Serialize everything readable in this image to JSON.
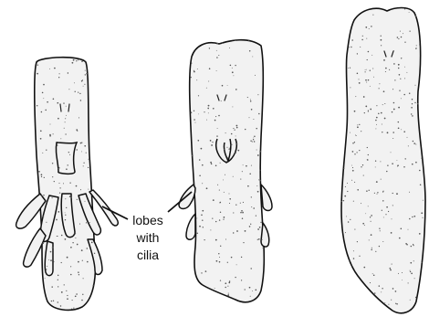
{
  "labels": {
    "lobes": [
      "lobes",
      "with",
      "cilia"
    ]
  },
  "colors": {
    "fill": "#f2f2f2",
    "outline": "#111111",
    "stipple": "#555555",
    "background": "#ffffff"
  }
}
